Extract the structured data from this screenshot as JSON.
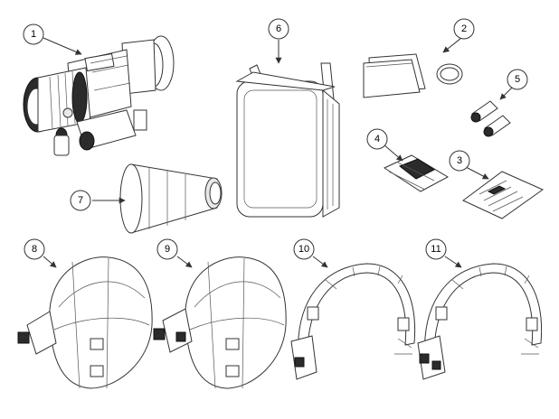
{
  "callouts": [
    {
      "id": "item-1",
      "label": "1"
    },
    {
      "id": "item-2",
      "label": "2"
    },
    {
      "id": "item-3",
      "label": "3"
    },
    {
      "id": "item-4",
      "label": "4"
    },
    {
      "id": "item-5",
      "label": "5"
    },
    {
      "id": "item-6",
      "label": "6"
    },
    {
      "id": "item-7",
      "label": "7"
    },
    {
      "id": "item-8",
      "label": "8"
    },
    {
      "id": "item-9",
      "label": "9"
    },
    {
      "id": "item-10",
      "label": "10"
    },
    {
      "id": "item-11",
      "label": "11"
    }
  ]
}
